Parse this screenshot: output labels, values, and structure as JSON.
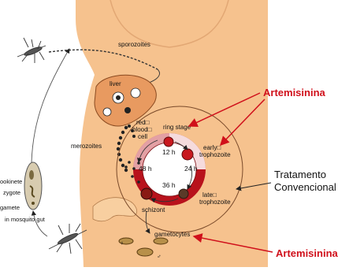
{
  "labels": {
    "sporozoites": "sporozoites",
    "liver": "liver",
    "red_blood_cell": [
      "red□",
      "blood□",
      "cell"
    ],
    "merozoites": "merozoites",
    "ring_stage": "ring stage",
    "early_trophozoite": [
      "early□",
      "trophozoite"
    ],
    "late_trophozoite": [
      "late□",
      "trophozoite"
    ],
    "schizont": "schizont",
    "gametocytes": "gametocytes",
    "ookinete": "ookinete",
    "zygote": "zygote",
    "gamete": "gamete",
    "in_mosquito_gut": "in mosquito gut",
    "male_symbol": "♂",
    "female_symbol": "♀"
  },
  "clock": {
    "h12": "12 h",
    "h24": "24 h",
    "h36": "36 h",
    "h48": "48 h"
  },
  "annotations": {
    "artemisinina_top": "Artemisinina",
    "artemisinina_bottom": "Artemisinina",
    "tratamento": [
      "Tratamento",
      "Convencional"
    ]
  },
  "colors": {
    "body_skin": "#f6c28e",
    "liver": "#e89a60",
    "accent_red": "#d0101b",
    "blood_ring": "#b8121c",
    "text": "#111111"
  }
}
